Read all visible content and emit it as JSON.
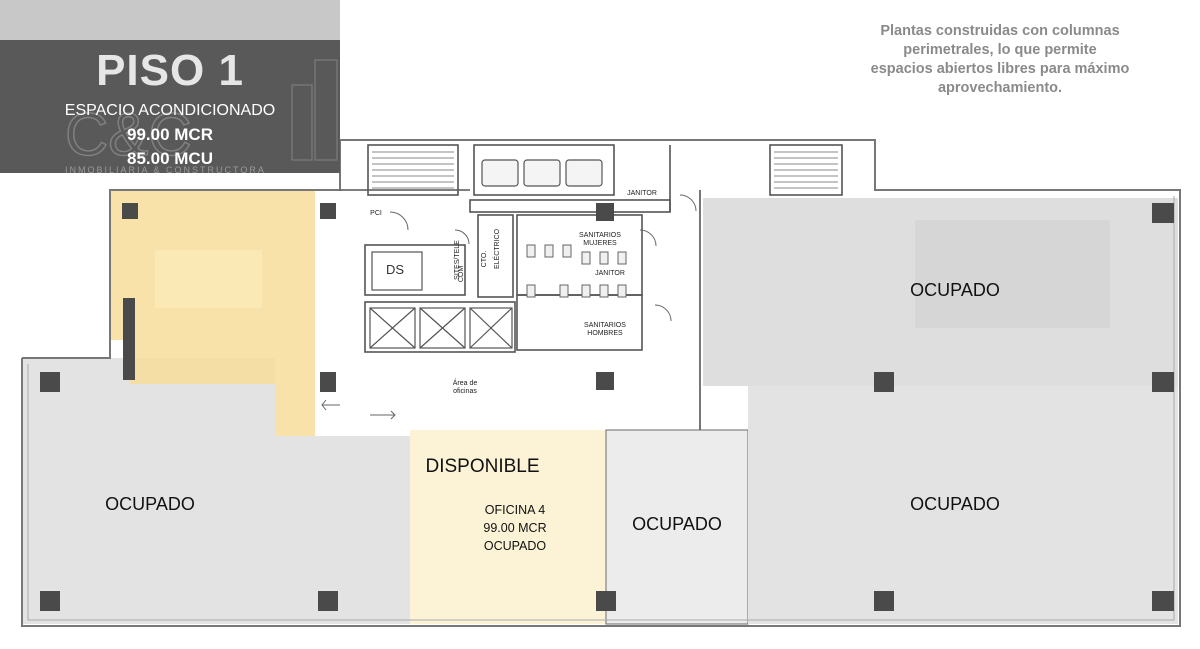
{
  "header": {
    "title": "PISO 1",
    "subtitle": "ESPACIO ACONDICIONADO",
    "area_mcr": "99.00 MCR",
    "area_mcu": "85.00 MCU",
    "watermark_brand": "C&C",
    "watermark_tagline": "INMOBILIARIA & CONSTRUCTORA"
  },
  "note": {
    "lines": [
      "Plantas construidas con columnas",
      "perimetrales, lo que permite",
      "espacios abiertos libres para máximo",
      "aprovechamiento."
    ]
  },
  "zones": {
    "top_right": "OCUPADO",
    "left": "OCUPADO",
    "center_small": "OCUPADO",
    "bottom_right": "OCUPADO",
    "available": "DISPONIBLE",
    "office_name": "OFICINA 4",
    "office_area": "99.00 MCR",
    "office_status": "OCUPADO"
  },
  "core_labels": {
    "janitor_top": "JANITOR",
    "pci": "PCI",
    "sites_tele": "SITES/TELE",
    "com": "COM",
    "cto": "CTO.",
    "electrico": "ELÉCTRICO",
    "sanitarios_mujeres_1": "SANITARIOS",
    "sanitarios_mujeres_2": "MUJERES",
    "janitor_mid": "JANITOR",
    "sanitarios_hombres_1": "SANITARIOS",
    "sanitarios_hombres_2": "HOMBRES",
    "ductos": "DS",
    "area_oficinas_1": "Área de",
    "area_oficinas_2": "oficinas"
  },
  "colors": {
    "header_bg": "#595959",
    "occupied_fill": "#e3e3e3",
    "available_fill": "#fcf3d7",
    "highlight_fill": "#f7dd9b",
    "column_fill": "#4a4a4a",
    "note_text": "#8a8a8a"
  }
}
